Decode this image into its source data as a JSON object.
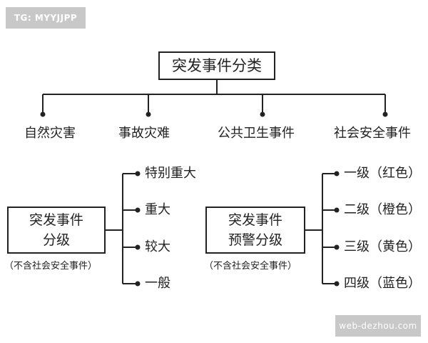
{
  "watermarks": {
    "top_left": "TG: MYYJJPP",
    "bottom_right": "web-dezhou.com"
  },
  "root": {
    "label": "突发事件分类"
  },
  "categories": [
    "自然灾害",
    "事故灾难",
    "公共卫生事件",
    "社会安全事件"
  ],
  "grading": {
    "box_line1": "突发事件",
    "box_line2": "分级",
    "note": "（不含社会安全事件）",
    "levels": [
      "特别重大",
      "重大",
      "较大",
      "一般"
    ]
  },
  "warning": {
    "box_line1": "突发事件",
    "box_line2": "预警分级",
    "note": "（不含社会安全事件）",
    "levels": [
      "一级（红色）",
      "二级（橙色）",
      "三级（黄色）",
      "四级（蓝色）"
    ]
  }
}
